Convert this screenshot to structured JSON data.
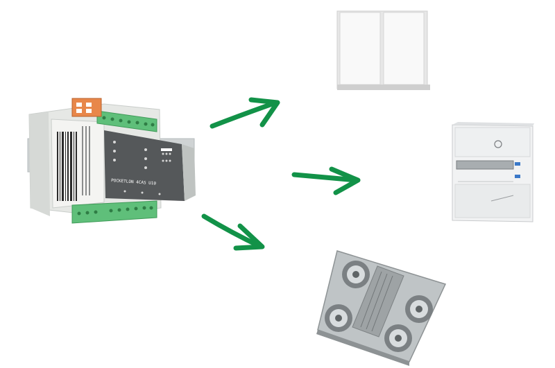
{
  "controller": {
    "brand_label": "POCKETLON 4CAS U10",
    "colors": {
      "body": "#e4e6e3",
      "panel": "#55585a",
      "terminal": "#5fbf7a",
      "connector": "#e8874a"
    }
  },
  "arrows": {
    "color": "#129248",
    "targets": [
      "wall-switch",
      "energy-meter",
      "ceiling-light-fixture"
    ]
  },
  "devices": {
    "switch": {
      "icon": "double-rocker-switch-icon"
    },
    "meter": {
      "icon": "electricity-meter-icon"
    },
    "light": {
      "icon": "ceiling-downlight-fixture-icon"
    }
  }
}
